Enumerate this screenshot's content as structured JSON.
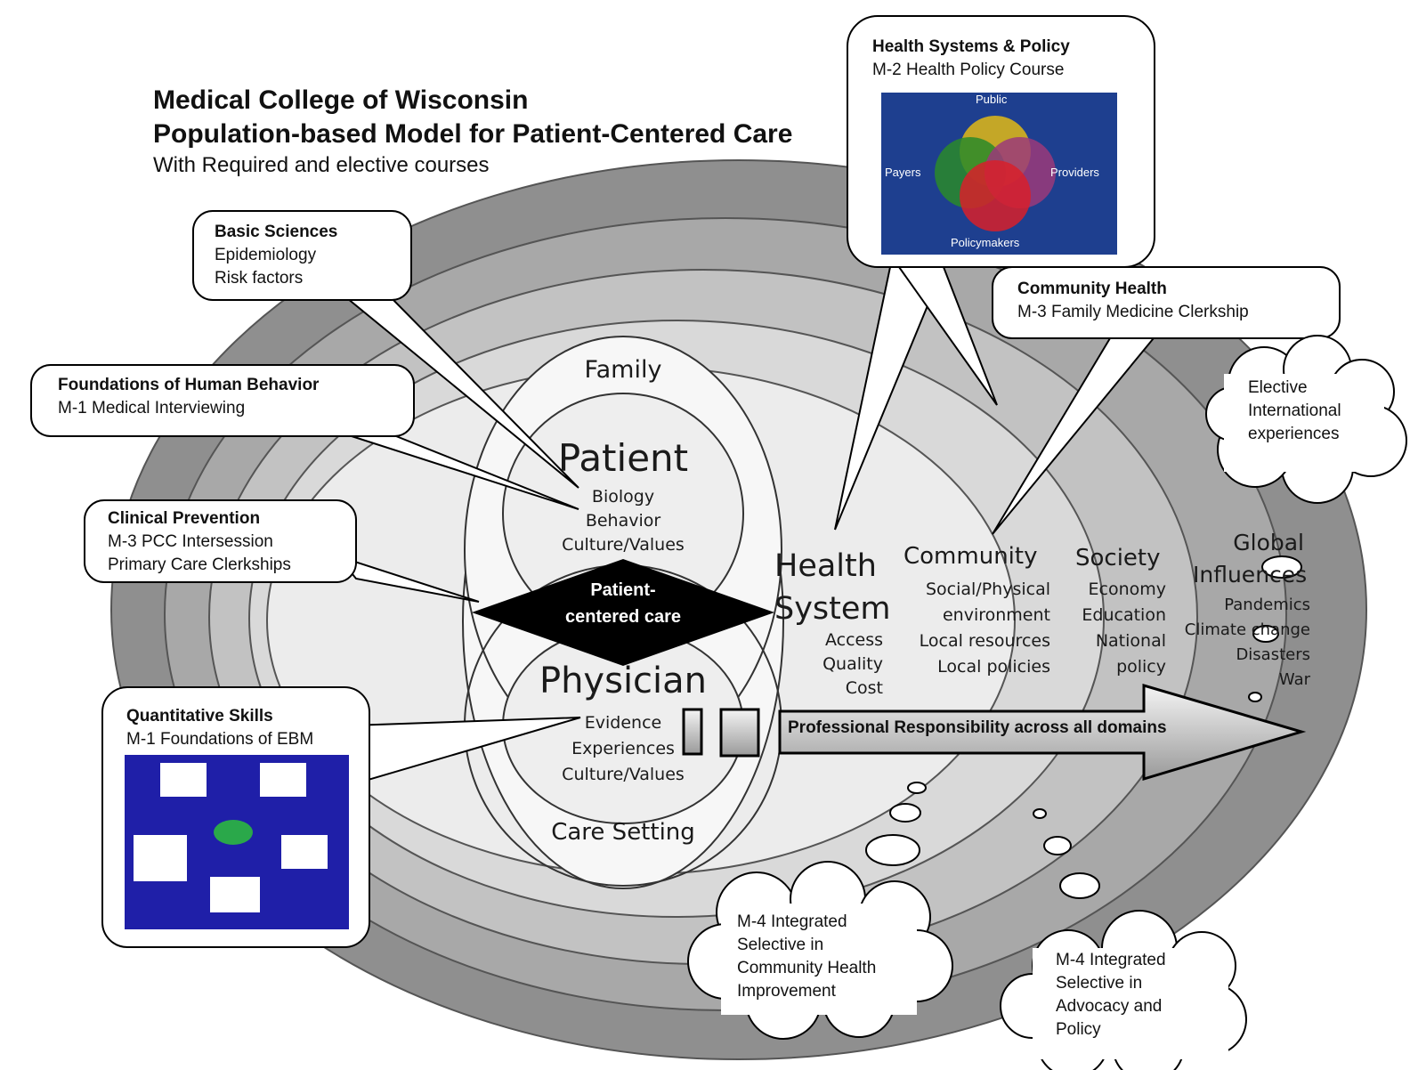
{
  "header": {
    "line1": "Medical College of Wisconsin",
    "line2": "Population-based Model for Patient-Centered Care",
    "line3": "With Required and elective courses"
  },
  "core": {
    "patient": {
      "title": "Patient",
      "items": [
        "Biology",
        "Behavior",
        "Culture/Values"
      ]
    },
    "physician": {
      "title": "Physician",
      "items": [
        "Evidence",
        "Experiences",
        "Culture/Values"
      ]
    },
    "family": "Family",
    "care_setting": "Care Setting",
    "diamond_line1": "Patient-",
    "diamond_line2": "centered care"
  },
  "rings": {
    "health_system": {
      "title1": "Health",
      "title2": "System",
      "items": [
        "Access",
        "Quality",
        "Cost"
      ]
    },
    "community": {
      "title": "Community",
      "items": [
        "Social/Physical",
        "environment",
        "Local resources",
        "Local policies"
      ]
    },
    "society": {
      "title": "Society",
      "items": [
        "Economy",
        "Education",
        "National",
        "policy"
      ]
    },
    "global": {
      "title1": "Global",
      "title2": "Influences",
      "items": [
        "Pandemics",
        "Climate change",
        "Disasters",
        "War"
      ]
    }
  },
  "arrow_label": "Professional Responsibility across all domains",
  "callouts": {
    "basic": {
      "bold": "Basic Sciences",
      "lines": [
        "Epidemiology",
        "Risk factors"
      ]
    },
    "behavior": {
      "bold": "Foundations of Human Behavior",
      "lines": [
        "M-1 Medical Interviewing"
      ]
    },
    "prevention": {
      "bold": "Clinical Prevention",
      "lines": [
        "M-3 PCC Intersession",
        "Primary Care Clerkships"
      ]
    },
    "quant": {
      "bold": "Quantitative Skills",
      "lines": [
        "M-1 Foundations of EBM"
      ]
    },
    "policy": {
      "bold": "Health Systems & Policy",
      "lines": [
        "M-2 Health Policy Course"
      ]
    },
    "community": {
      "bold": "Community Health",
      "lines": [
        "M-3 Family Medicine Clerkship"
      ]
    }
  },
  "venn": {
    "top": "Public",
    "left": "Payers",
    "right": "Providers",
    "bottom": "Policymakers"
  },
  "clouds": {
    "international": [
      "Elective",
      "International",
      "experiences"
    ],
    "community_improvement": [
      "M-4 Integrated",
      "Selective in",
      "Community Health",
      "Improvement"
    ],
    "advocacy": [
      "M-4 Integrated",
      "Selective in",
      "Advocacy and",
      "Policy"
    ]
  },
  "colors": {
    "outer_ring": "#8f8f8f",
    "ring2": "#a8a8a8",
    "ring3": "#c2c2c2",
    "ring4": "#d9d9d9",
    "ring5": "#ececec",
    "core": "#f7f7f7",
    "diamond": "#000000",
    "venn_bg": "#1e3f8f",
    "ebm_bg": "#1f1fa8"
  }
}
